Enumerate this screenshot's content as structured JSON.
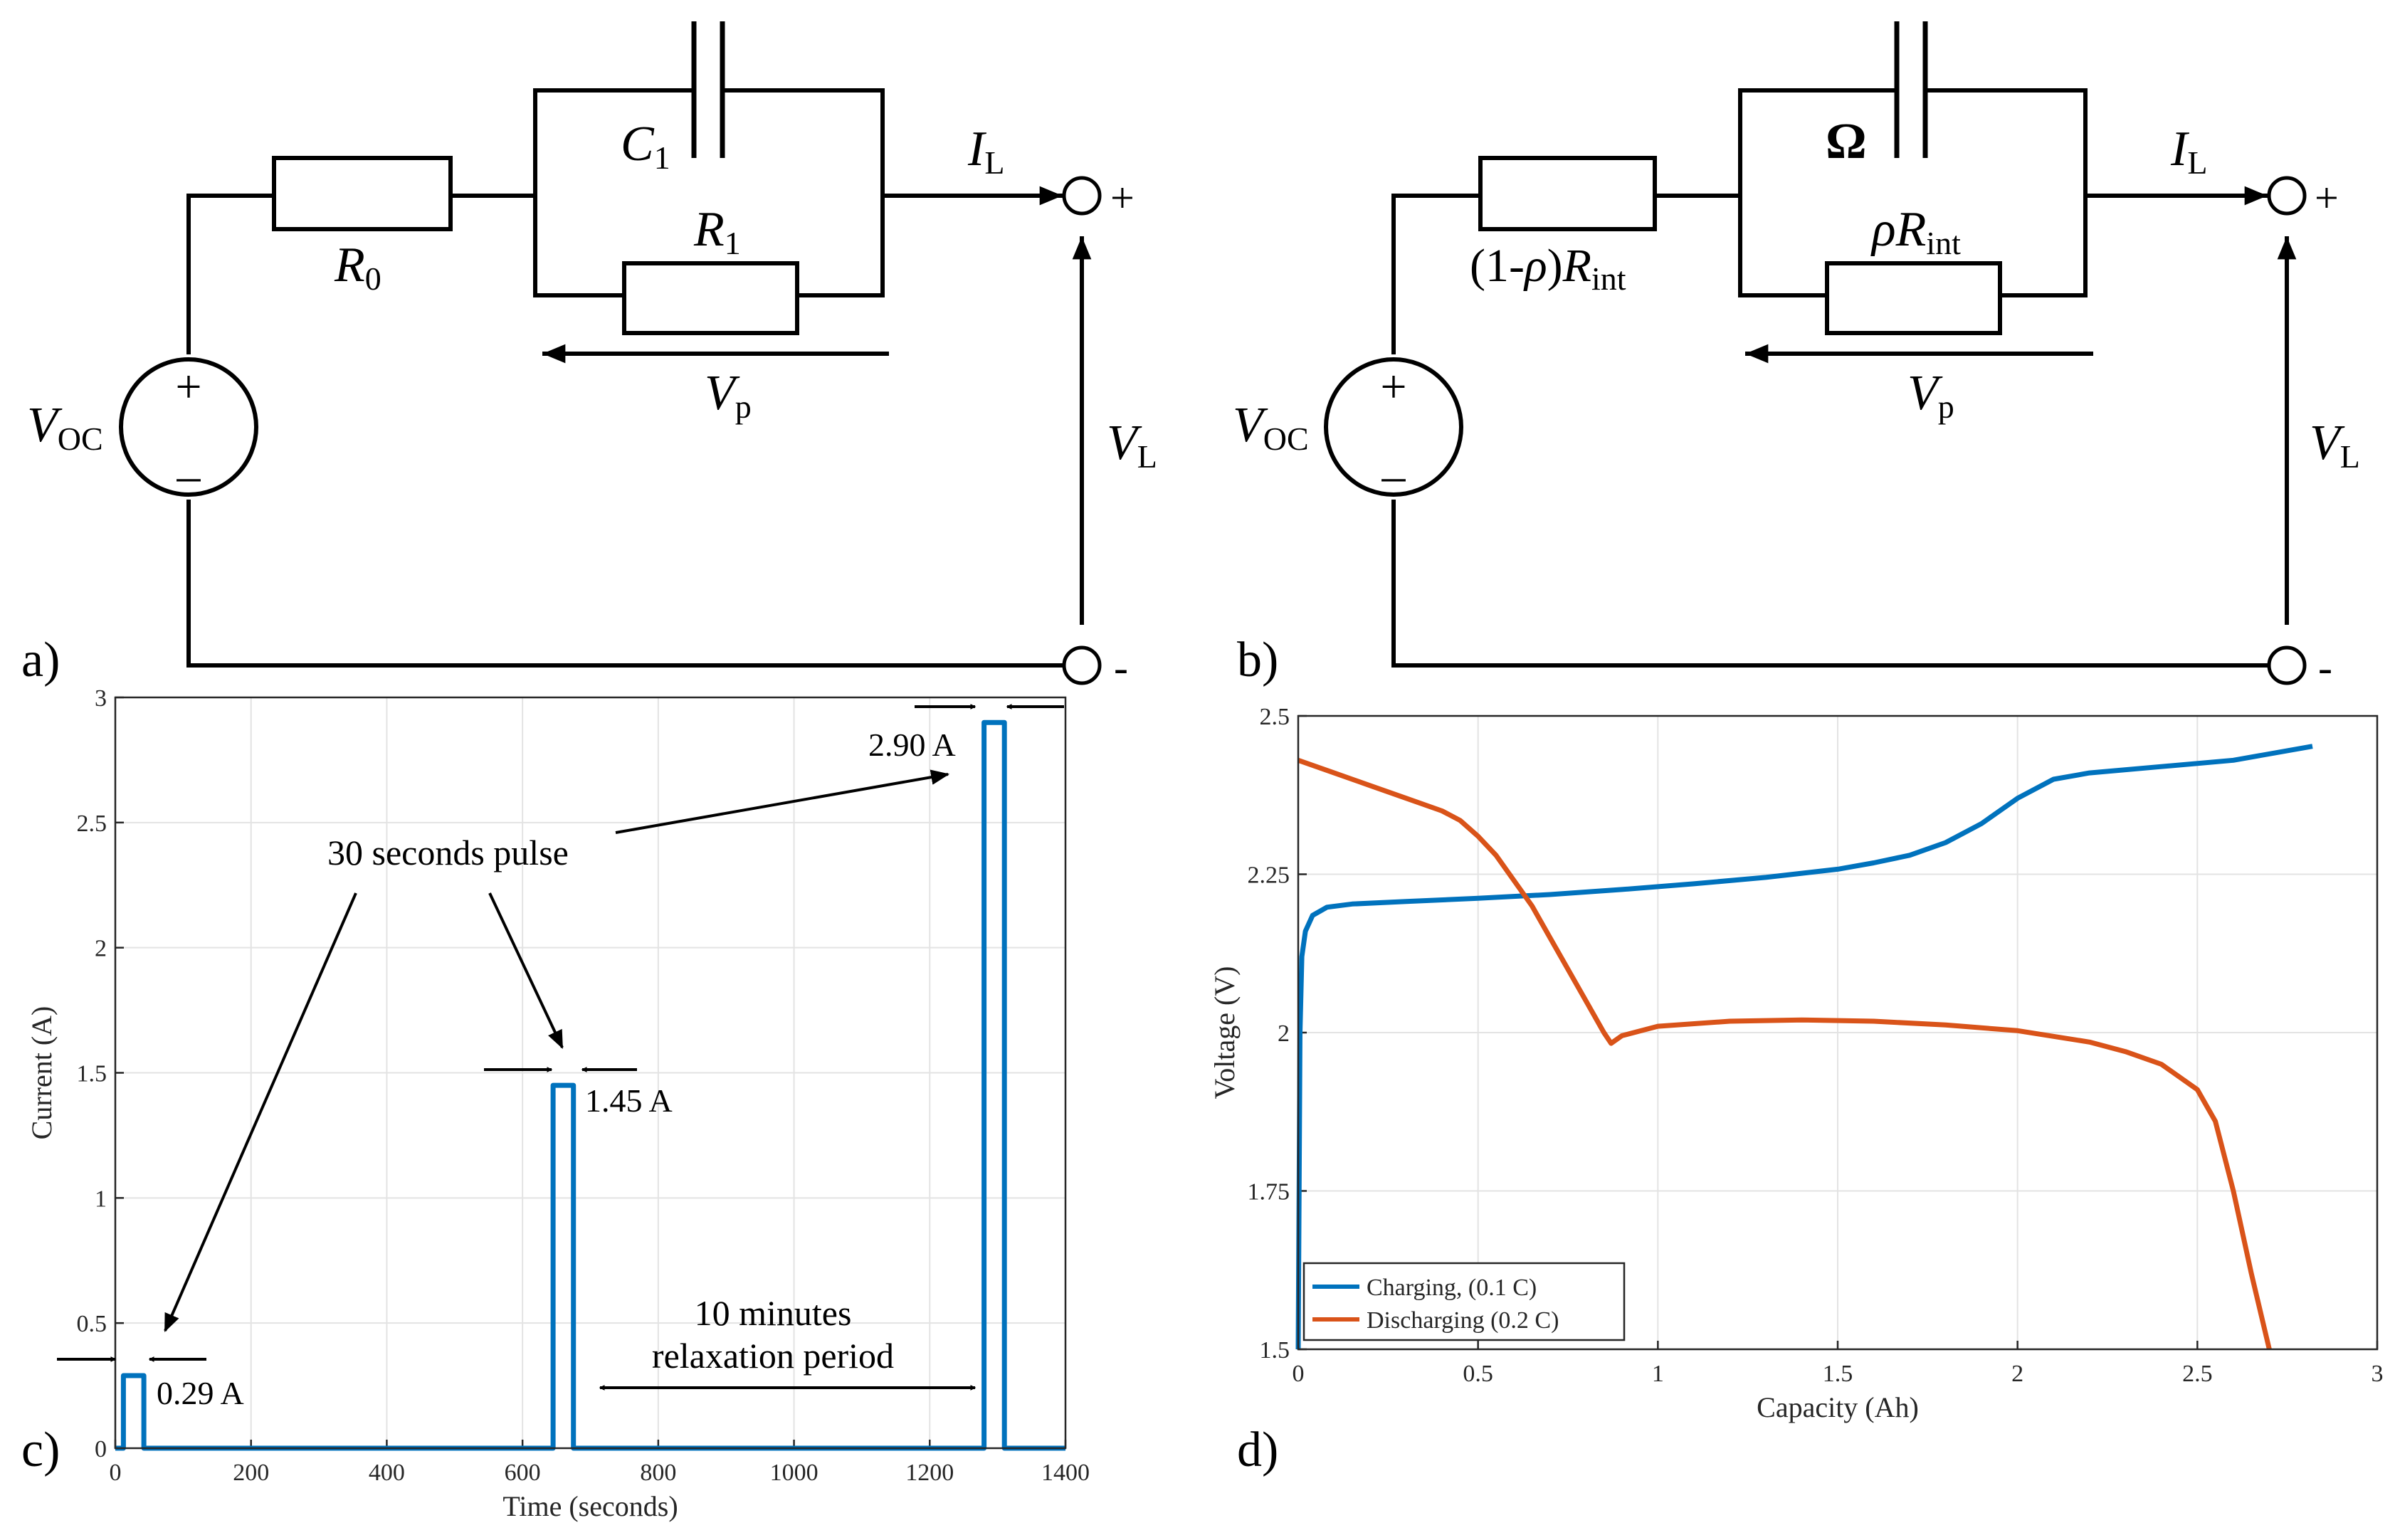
{
  "panel_a": {
    "panel_label": "a)",
    "C1": {
      "main": "C",
      "sub": "1"
    },
    "R0": {
      "main": "R",
      "sub": "0"
    },
    "R1": {
      "main": "R",
      "sub": "1"
    },
    "IL": {
      "main": "I",
      "sub": "L"
    },
    "Vp": {
      "main": "V",
      "sub": "p"
    },
    "VOC": {
      "main": "V",
      "sub": "OC"
    },
    "VL": {
      "main": "V",
      "sub": "L"
    },
    "src_plus": "+",
    "src_minus": "–",
    "term_plus": "+",
    "term_minus": "-"
  },
  "panel_b": {
    "panel_label": "b)",
    "Omega": "Ω",
    "Rs": {
      "pre": "(1-",
      "rho": "ρ",
      "post": ")",
      "main": "R",
      "sub": "int"
    },
    "Rp": {
      "rho": "ρ",
      "main": "R",
      "sub": "int"
    },
    "IL": {
      "main": "I",
      "sub": "L"
    },
    "Vp": {
      "main": "V",
      "sub": "p"
    },
    "VOC": {
      "main": "V",
      "sub": "OC"
    },
    "VL": {
      "main": "V",
      "sub": "L"
    },
    "src_plus": "+",
    "src_minus": "–",
    "term_plus": "+",
    "term_minus": "-"
  },
  "panel_c": {
    "panel_label": "c)",
    "annotations": {
      "pulse_label": "30 seconds pulse",
      "relax_line1": "10 minutes",
      "relax_line2": "relaxation period",
      "i1": "0.29 A",
      "i2": "1.45 A",
      "i3": "2.90 A"
    }
  },
  "panel_d": {
    "panel_label": "d)"
  },
  "colors": {
    "charging": "#0072BD",
    "discharging": "#D95319"
  },
  "chart_data": [
    {
      "type": "line",
      "title": "",
      "xlabel": "Time (seconds)",
      "ylabel": "Current (A)",
      "xlim": [
        0,
        1400
      ],
      "ylim": [
        0,
        3
      ],
      "xticks": [
        "0",
        "200",
        "400",
        "600",
        "800",
        "1000",
        "1200",
        "1400"
      ],
      "yticks": [
        "0",
        "0.5",
        "1",
        "1.5",
        "2",
        "2.5",
        "3"
      ],
      "grid": true,
      "series": [
        {
          "x": [
            0,
            12,
            12,
            42,
            42,
            645,
            645,
            675,
            675,
            1280,
            1280,
            1310,
            1310,
            1400
          ],
          "y": [
            0,
            0,
            0.29,
            0.29,
            0,
            0,
            1.45,
            1.45,
            0,
            0,
            2.9,
            2.9,
            0,
            0
          ]
        }
      ]
    },
    {
      "type": "line",
      "title": "",
      "xlabel": "Capacity (Ah)",
      "ylabel": "Voltage (V)",
      "xlim": [
        0,
        3
      ],
      "ylim": [
        1.5,
        2.5
      ],
      "xticks": [
        "0",
        "0.5",
        "1",
        "1.5",
        "2",
        "2.5",
        "3"
      ],
      "yticks": [
        "1.5",
        "1.75",
        "2",
        "2.25",
        "2.5"
      ],
      "grid": true,
      "legend": "bottom-left",
      "series": [
        {
          "name": "Charging, (0.1 C)",
          "x": [
            0,
            0.005,
            0.01,
            0.02,
            0.04,
            0.08,
            0.15,
            0.3,
            0.5,
            0.7,
            0.9,
            1.1,
            1.3,
            1.5,
            1.6,
            1.7,
            1.8,
            1.9,
            2.0,
            2.1,
            2.2,
            2.4,
            2.6,
            2.82
          ],
          "y": [
            1.5,
            2.0,
            2.12,
            2.16,
            2.185,
            2.198,
            2.203,
            2.207,
            2.212,
            2.218,
            2.226,
            2.235,
            2.245,
            2.258,
            2.268,
            2.28,
            2.3,
            2.33,
            2.37,
            2.4,
            2.41,
            2.42,
            2.43,
            2.452
          ]
        },
        {
          "name": "Discharging (0.2 C)",
          "x": [
            0,
            0.1,
            0.2,
            0.3,
            0.4,
            0.45,
            0.5,
            0.55,
            0.6,
            0.65,
            0.7,
            0.75,
            0.8,
            0.85,
            0.87,
            0.9,
            1.0,
            1.2,
            1.4,
            1.6,
            1.8,
            2.0,
            2.2,
            2.3,
            2.4,
            2.5,
            2.55,
            2.6,
            2.65,
            2.7
          ],
          "y": [
            2.43,
            2.41,
            2.39,
            2.37,
            2.35,
            2.335,
            2.31,
            2.28,
            2.24,
            2.2,
            2.15,
            2.1,
            2.05,
            2.0,
            1.983,
            1.995,
            2.01,
            2.018,
            2.02,
            2.018,
            2.012,
            2.003,
            1.985,
            1.97,
            1.95,
            1.91,
            1.86,
            1.75,
            1.62,
            1.5
          ]
        }
      ]
    }
  ]
}
